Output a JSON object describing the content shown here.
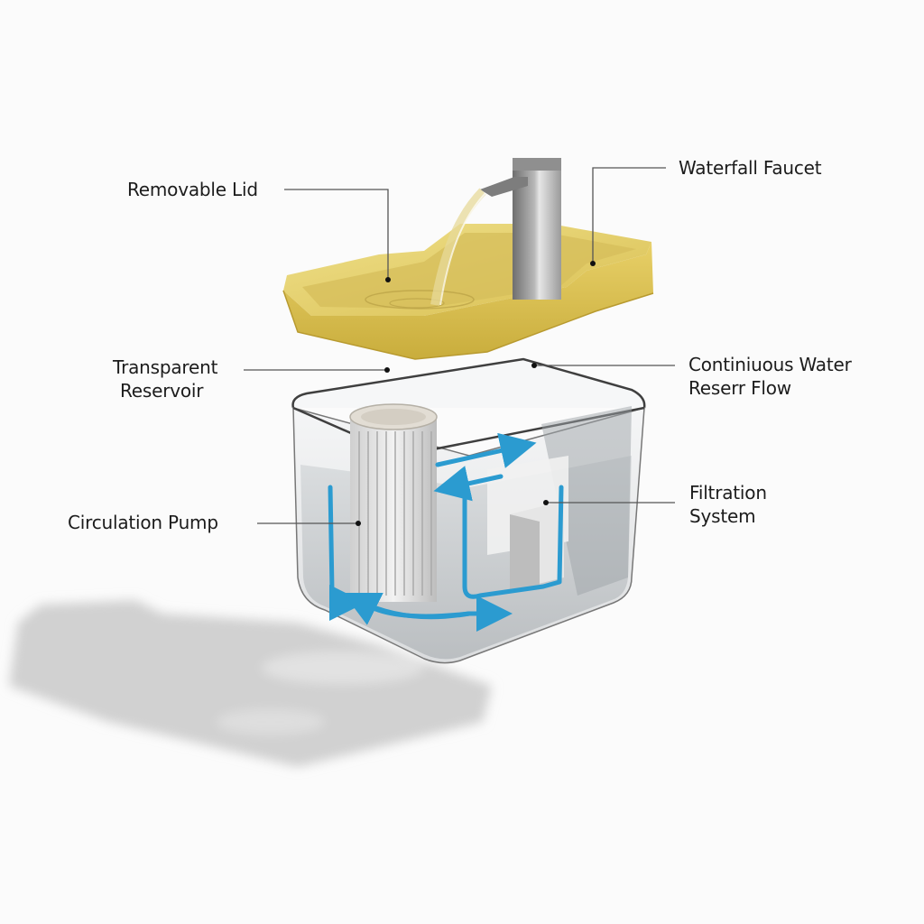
{
  "diagram": {
    "type": "exploded-product-diagram",
    "subject": "pet water fountain",
    "colors": {
      "background": "#fbfbfb",
      "lid": "#e6cf63",
      "lid_shadow": "#c9ad3c",
      "faucet": "#a9a9a9",
      "flow_arrows": "#2b9bd0",
      "leader_lines": "#555555",
      "label_text": "#1c1c1c",
      "shadow": "#c8c8c8"
    },
    "labels": [
      {
        "id": "removable-lid",
        "lines": [
          "Removable Lid"
        ]
      },
      {
        "id": "waterfall-faucet",
        "lines": [
          "Waterfall Faucet"
        ]
      },
      {
        "id": "transparent-reservoir",
        "lines": [
          "Transparent",
          "Reservoir"
        ]
      },
      {
        "id": "continuous-water-flow",
        "lines": [
          "Continiuous Water",
          "Reserr Flow"
        ]
      },
      {
        "id": "filtration-system",
        "lines": [
          "Filtration",
          "System"
        ]
      },
      {
        "id": "circulation-pump",
        "lines": [
          "Circulation Pump"
        ]
      }
    ]
  }
}
